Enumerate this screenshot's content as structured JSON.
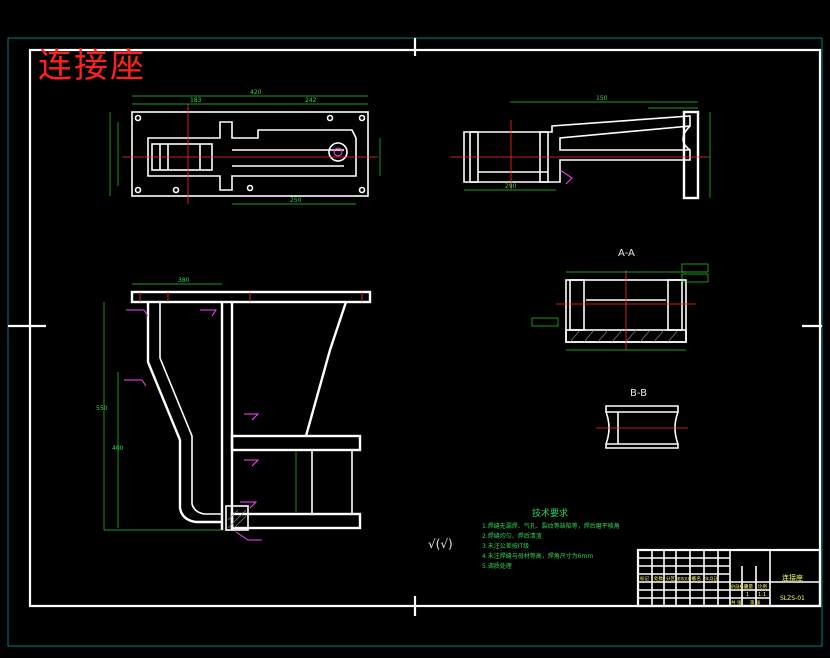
{
  "drawing": {
    "part_title": "连接座",
    "tech_req_title": "技术要求",
    "tech_req_lines": [
      "1.焊缝无漏焊、气孔、裂纹等缺陷等，焊后磨平棱角",
      "2.焊缝均匀、焊后清渣",
      "3.未注公差按IT级",
      "4.未注焊缝与母材等高，焊角尺寸为6mm",
      "5.调质处理"
    ],
    "roughness_symbol": "√(√)",
    "section_labels": [
      "A-A",
      "B-B"
    ],
    "title_block": {
      "name": "连接座",
      "code": "SLZS-01",
      "scale": "1:1",
      "qty": "1",
      "row_labels": [
        "标记",
        "处数",
        "分区",
        "更改文件号",
        "签名",
        "年月日"
      ],
      "aux_labels": [
        "阶段标记",
        "重量",
        "比例",
        "共 张",
        "第 张"
      ]
    },
    "dimensions": {
      "top_overall": "420",
      "top_left": "183",
      "top_right": "242",
      "top_bottom": "250",
      "front_top": "380",
      "side_top": "150",
      "side_bottom": "290",
      "height_total": "550",
      "height_inner": "400"
    },
    "colors": {
      "outline": "#ffffff",
      "border_inner": "#00d0d0",
      "dimension": "#2bd02b",
      "center_line": "#ff2a2a",
      "title_text": "#ff2020",
      "note_text": "#34d058"
    }
  }
}
